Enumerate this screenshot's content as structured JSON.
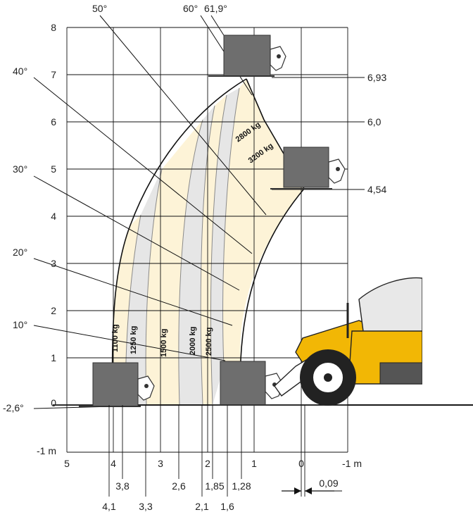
{
  "y_axis": {
    "unit_label": "-1 m",
    "ticks": [
      "8",
      "7",
      "6",
      "5",
      "4",
      "3",
      "2",
      "1",
      "0"
    ]
  },
  "x_axis": {
    "unit_label": "-1 m",
    "ticks": [
      "5",
      "4",
      "3",
      "2",
      "1",
      "0"
    ]
  },
  "bottom_values": {
    "row1": [
      "3,8",
      "2,6",
      "1,85",
      "1,28"
    ],
    "row2": [
      "4,1",
      "3,3",
      "2,1",
      "1,6"
    ],
    "offset": "0,09"
  },
  "angles": {
    "top": [
      "50°",
      "60°",
      "61,9°"
    ],
    "left": [
      "40°",
      "30°",
      "20°",
      "10°",
      "-2,6°"
    ]
  },
  "heights": [
    "6,93",
    "6,0",
    "4,54"
  ],
  "load_zones": [
    "1100 kg",
    "1250 kg",
    "1500 kg",
    "2000 kg",
    "2500 kg",
    "2800 kg",
    "3200 kg"
  ],
  "colors": {
    "zone_cream": "#fdf3d7",
    "zone_grey": "#e6e6e6",
    "attachment": "#6e6e6e",
    "machine_body": "#f2b705",
    "tyre": "#222222"
  }
}
